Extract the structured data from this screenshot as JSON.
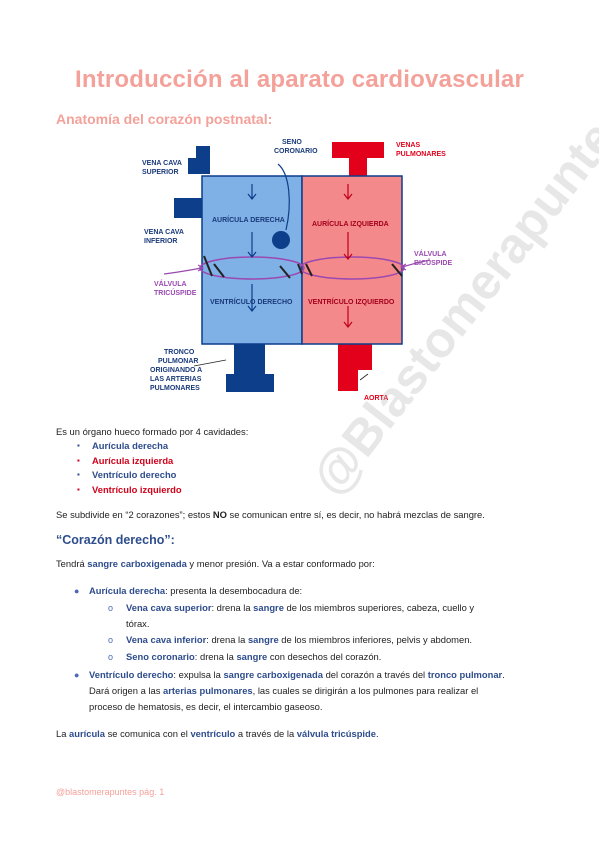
{
  "title": "Introducción al aparato cardiovascular",
  "subtitle": "Anatomía del corazón postnatal:",
  "watermark": "@Blastomerapuntes",
  "diagram": {
    "vena_cava_superior": [
      "VENA CAVA",
      "SUPERIOR"
    ],
    "vena_cava_inferior": [
      "VENA CAVA",
      "INFERIOR"
    ],
    "seno_coronario": [
      "SENO",
      "CORONARIO"
    ],
    "venas_pulmonares": [
      "VENAS",
      "PULMONARES"
    ],
    "auricula_derecha": "AURÍCULA DERECHA",
    "auricula_izquierda": "AURÍCULA IZQUIERDA",
    "valvula_tricuspide": [
      "VÁLVULA",
      "TRICÚSPIDE"
    ],
    "valvula_bicuspide": [
      "VÁLVULA",
      "BICÚSPIDE"
    ],
    "ventriculo_derecho": "VENTRÍCULO DERECHO",
    "ventriculo_izquierdo": "VENTRÍCULO IZQUIERDO",
    "tronco_pulmonar": [
      "TRONCO",
      "PULMONAR",
      "ORIGINANDO A",
      "LAS ARTERIAS",
      "PULMONARES"
    ],
    "aorta": "AORTA",
    "colors": {
      "right_heart": "#7fb0e6",
      "left_heart": "#f4898b",
      "vessel_blue": "#0d3e8a",
      "vessel_red": "#e3001b",
      "valve": "#9b49b0"
    }
  },
  "intro": "Es un órgano hueco formado por 4 cavidades:",
  "cavidades": [
    {
      "label": "Aurícula derecha",
      "color": "blue"
    },
    {
      "label": "Aurícula izquierda",
      "color": "red"
    },
    {
      "label": "Ventrículo derecho",
      "color": "blue"
    },
    {
      "label": "Ventrículo izquierdo",
      "color": "red"
    }
  ],
  "subdivide": {
    "a": "Se subdivide en “2 corazones”; estos ",
    "b": "NO",
    "c": " se comunican entre sí, es decir, no habrá mezclas de sangre."
  },
  "corazon_derecho": "“Corazón derecho”:",
  "tendra": {
    "a": "Tendrá ",
    "b": "sangre carboxigenada",
    "c": " y menor presión.  Va a estar conformado por:"
  },
  "auricula_item": {
    "a": "Aurícula derecha",
    "b": ": presenta la desembocadura de:"
  },
  "vcs": {
    "a": "Vena cava superior",
    "b": ": drena la ",
    "c": "sangre",
    "d": " de los miembros superiores, cabeza, cuello y",
    "e": "tórax."
  },
  "vci": {
    "a": "Vena cava inferior",
    "b": ": drena la ",
    "c": "sangre",
    "d": " de los miembros inferiores, pelvis y abdomen."
  },
  "seno": {
    "a": "Seno coronario",
    "b": ": drena la ",
    "c": "sangre",
    "d": " con desechos del corazón."
  },
  "ventriculo_item": {
    "a": "Ventrículo derecho",
    "b": ": expulsa la ",
    "c": "sangre carboxigenada",
    "d": " del corazón a través del ",
    "e": "tronco pulmonar",
    "f": ".",
    "g": "Dará origen a las ",
    "h": "arterias pulmonares",
    "i": ", las cuales se dirigirán a los pulmones para realizar el",
    "j": "proceso de hematosis, es decir, el intercambio gaseoso."
  },
  "comunica": {
    "a": "La ",
    "b": "aurícula",
    "c": " se comunica con el ",
    "d": "ventrículo",
    "e": " a través de la ",
    "f": "válvula tricúspide",
    "g": "."
  },
  "footer": "@blastomerapuntes pág. 1"
}
